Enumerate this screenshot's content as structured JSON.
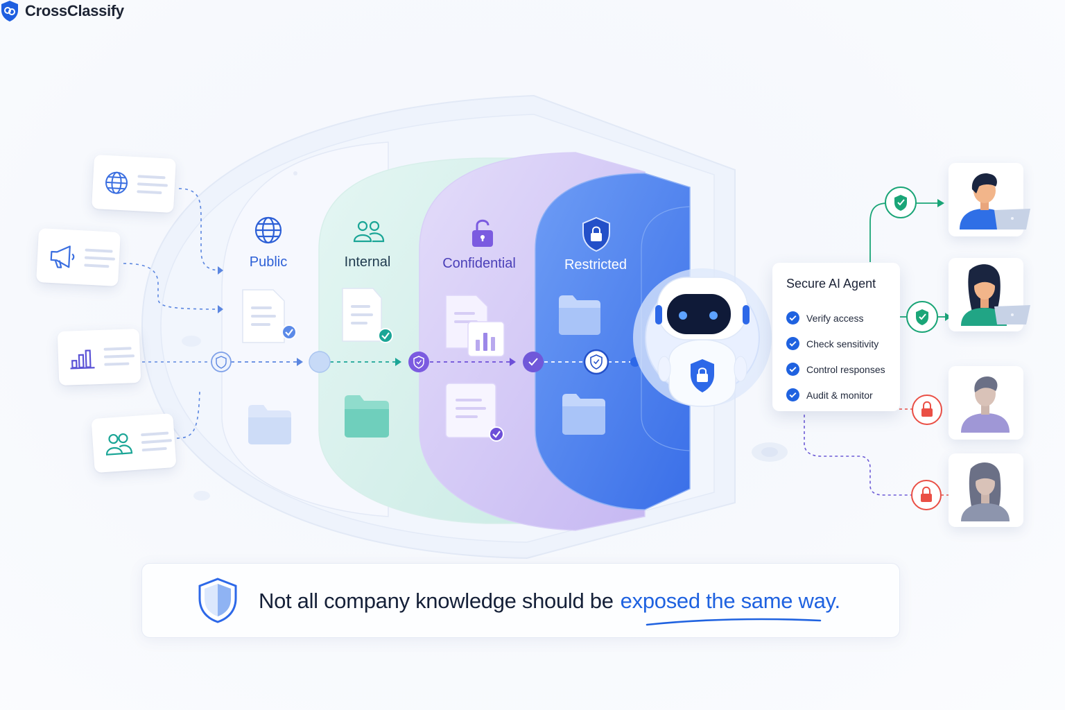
{
  "brand": {
    "name": "CrossClassify",
    "logo_icon": "shield-link-icon"
  },
  "colors": {
    "public": "#2c5fd6",
    "internal": "#1aa596",
    "confidential": "#6d4fd8",
    "restricted": "#2d68e8",
    "allowed": "#1aa577",
    "denied": "#ea4f45",
    "accent": "#1f62e0"
  },
  "sources": [
    {
      "icon": "globe-icon"
    },
    {
      "icon": "megaphone-icon"
    },
    {
      "icon": "bar-chart-icon"
    },
    {
      "icon": "users-icon"
    }
  ],
  "tiers": [
    {
      "label": "Public",
      "icon": "globe-icon"
    },
    {
      "label": "Internal",
      "icon": "users-icon"
    },
    {
      "label": "Confidential",
      "icon": "padlock-icon"
    },
    {
      "label": "Restricted",
      "icon": "shield-lock-icon"
    }
  ],
  "agent": {
    "title": "Secure AI Agent",
    "checks": [
      "Verify access",
      "Check sensitivity",
      "Control responses",
      "Audit & monitor"
    ]
  },
  "users": [
    {
      "access": "allowed",
      "icon": "shield-check-icon"
    },
    {
      "access": "allowed",
      "icon": "shield-check-icon"
    },
    {
      "access": "denied",
      "icon": "lock-icon"
    },
    {
      "access": "denied",
      "icon": "lock-icon"
    }
  ],
  "banner": {
    "text_main": "Not all company knowledge should be",
    "text_accent": "exposed the same way."
  }
}
